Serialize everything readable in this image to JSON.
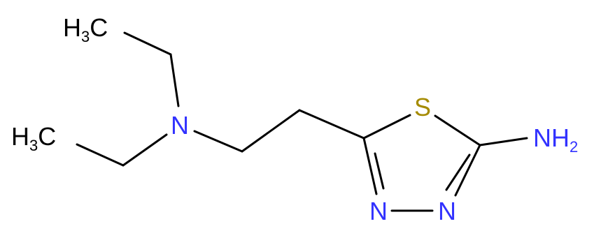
{
  "colors": {
    "carbon": "#000000",
    "nitrogen": "#3232ff",
    "sulfur": "#a58b00",
    "background": "#ffffff"
  },
  "atoms": [
    {
      "id": "ch3_top",
      "element": "C",
      "label": "H",
      "sub": "3",
      "tail": "C"
    },
    {
      "id": "ch3_left",
      "element": "C",
      "label": "H",
      "sub": "3",
      "tail": "C"
    },
    {
      "id": "n_amine",
      "element": "N",
      "label": "N"
    },
    {
      "id": "s_ring",
      "element": "S",
      "label": "S"
    },
    {
      "id": "n_ring_left",
      "element": "N",
      "label": "N"
    },
    {
      "id": "n_ring_right",
      "element": "N",
      "label": "N"
    },
    {
      "id": "nh2",
      "element": "N",
      "label": "NH",
      "sub": "2"
    }
  ]
}
